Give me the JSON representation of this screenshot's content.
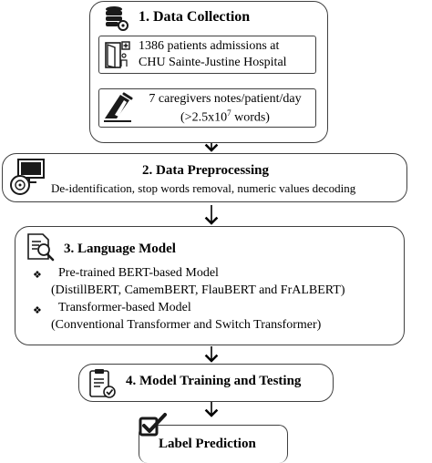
{
  "steps": {
    "data_collection": {
      "title": "1. Data Collection",
      "admissions": [
        "1386 patients admissions at",
        "CHU Sainte-Justine Hospital"
      ],
      "notes_line1": "7 caregivers notes/patient/day",
      "notes_line2_prefix": "(>2.5x10",
      "notes_line2_exp": "7",
      "notes_line2_suffix": " words)"
    },
    "preprocessing": {
      "title": "2. Data Preprocessing",
      "detail": "De-identification,  stop words removal,  numeric values decoding"
    },
    "language_model": {
      "title": "3. Language Model",
      "items": [
        {
          "label": "Pre-trained BERT-based  Model",
          "detail": "(DistillBERT,  CamemBERT,  FlauBERT  and  FrALBERT)"
        },
        {
          "label": "Transformer-based Model",
          "detail": "(Conventional Transformer and Switch Transformer)"
        }
      ]
    },
    "training": {
      "title": "4. Model Training and Testing"
    },
    "output": {
      "title": "Label Prediction"
    }
  },
  "icons": [
    "database-gear-icon",
    "hospital-door-icon",
    "writing-hand-icon",
    "monitor-disc-icon",
    "document-search-icon",
    "clipboard-check-icon",
    "checkbox-icon"
  ],
  "colors": {
    "border": "#404040",
    "arrow": "#000000",
    "text": "#000000"
  }
}
